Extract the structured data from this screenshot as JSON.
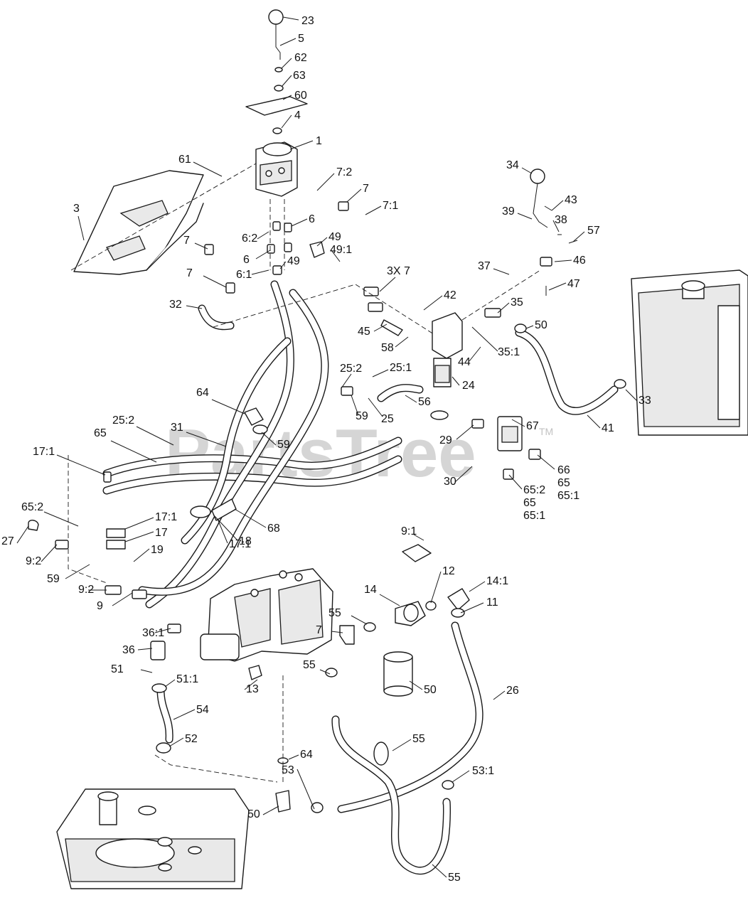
{
  "watermark": {
    "text": "PartsTree",
    "trademark": "TM"
  },
  "callouts": [
    "23",
    "5",
    "62",
    "63",
    "60",
    "4",
    "1",
    "61",
    "7:2",
    "7",
    "7:1",
    "3",
    "6",
    "6:2",
    "49",
    "7",
    "6",
    "49:1",
    "49",
    "6:1",
    "7",
    "3X 7",
    "32",
    "42",
    "35",
    "50",
    "45",
    "58",
    "44",
    "35:1",
    "25:2",
    "25:1",
    "24",
    "64",
    "56",
    "59",
    "59",
    "25",
    "25:2",
    "31",
    "29",
    "65",
    "67",
    "17:1",
    "30",
    "66",
    "65",
    "65:1",
    "65:2",
    "65",
    "65:1",
    "65:2",
    "17:1",
    "17",
    "17:1",
    "68",
    "27",
    "19",
    "9:2",
    "59",
    "18",
    "9:2",
    "9",
    "9:1",
    "12",
    "14:1",
    "14",
    "11",
    "55",
    "36:1",
    "7",
    "36",
    "51",
    "51:1",
    "55",
    "50",
    "13",
    "26",
    "54",
    "52",
    "55",
    "64",
    "53:1",
    "50",
    "53",
    "55",
    "34",
    "43",
    "39",
    "38",
    "57",
    "46",
    "37",
    "47",
    "41",
    "33",
    "50"
  ]
}
